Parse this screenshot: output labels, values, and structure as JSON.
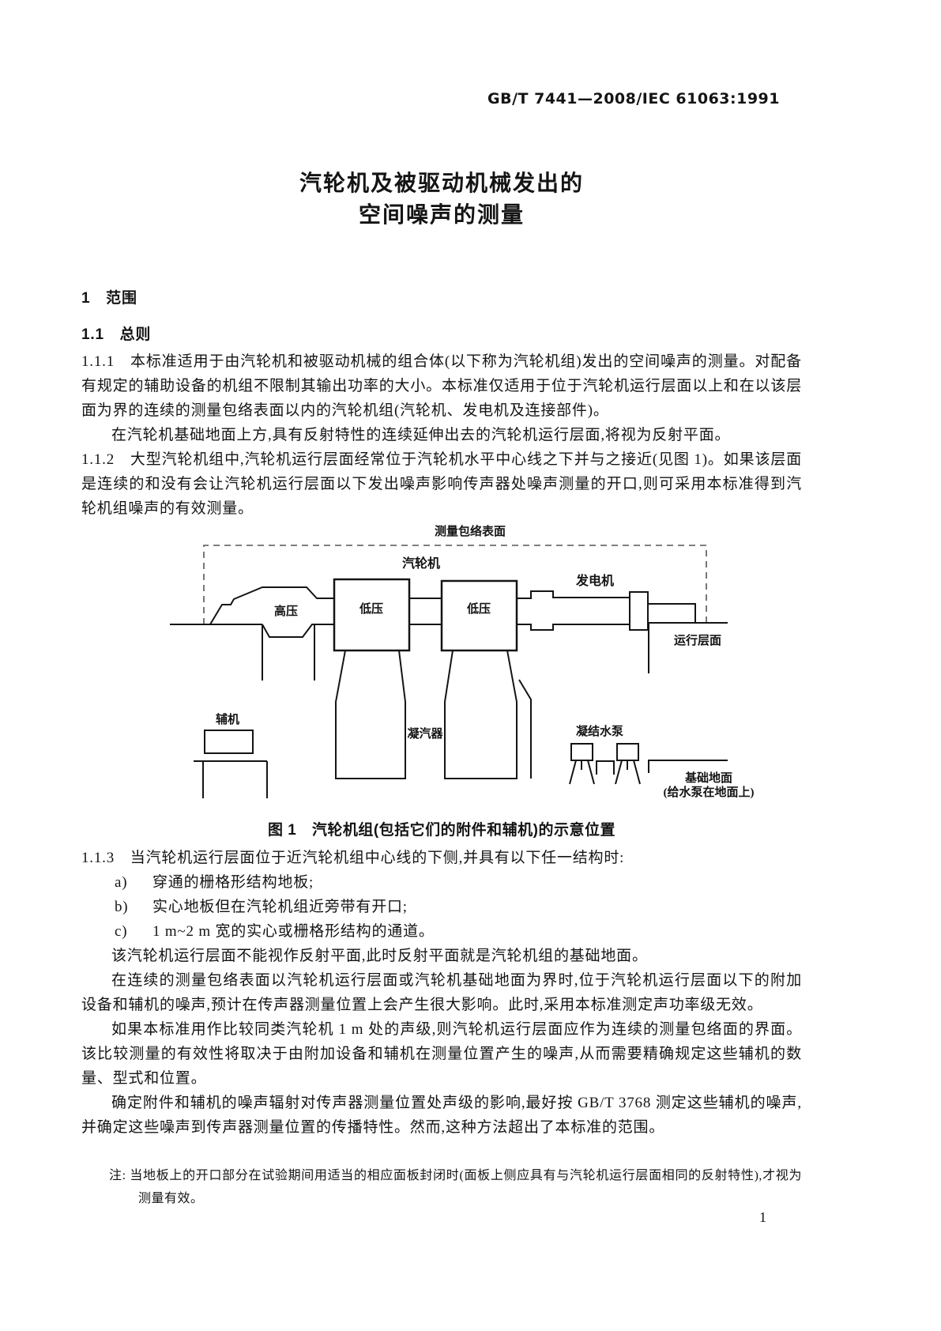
{
  "header": {
    "standard_code": "GB/T 7441—2008/IEC 61063:1991"
  },
  "title": {
    "line1": "汽轮机及被驱动机械发出的",
    "line2": "空间噪声的测量"
  },
  "sections": {
    "scope_heading": "1　范围",
    "general_heading": "1.1　总则",
    "p111": "1.1.1　本标准适用于由汽轮机和被驱动机械的组合体(以下称为汽轮机组)发出的空间噪声的测量。对配备有规定的辅助设备的机组不限制其输出功率的大小。本标准仅适用于位于汽轮机运行层面以上和在以该层面为界的连续的测量包络表面以内的汽轮机组(汽轮机、发电机及连接部件)。",
    "p111b": "在汽轮机基础地面上方,具有反射特性的连续延伸出去的汽轮机运行层面,将视为反射平面。",
    "p112": "1.1.2　大型汽轮机组中,汽轮机运行层面经常位于汽轮机水平中心线之下并与之接近(见图 1)。如果该层面是连续的和没有会让汽轮机运行层面以下发出噪声影响传声器处噪声测量的开口,则可采用本标准得到汽轮机组噪声的有效测量。",
    "p113": "1.1.3　当汽轮机运行层面位于近汽轮机组中心线的下侧,并具有以下任一结构时:",
    "item_a_marker": "a)",
    "item_a": "穿通的栅格形结构地板;",
    "item_b_marker": "b)",
    "item_b": "实心地板但在汽轮机组近旁带有开口;",
    "item_c_marker": "c)",
    "item_c": "1 m~2 m 宽的实心或栅格形结构的通道。",
    "p113b": "该汽轮机运行层面不能视作反射平面,此时反射平面就是汽轮机组的基础地面。",
    "p113c": "在连续的测量包络表面以汽轮机运行层面或汽轮机基础地面为界时,位于汽轮机运行层面以下的附加设备和辅机的噪声,预计在传声器测量位置上会产生很大影响。此时,采用本标准测定声功率级无效。",
    "p113d": "如果本标准用作比较同类汽轮机 1 m 处的声级,则汽轮机运行层面应作为连续的测量包络面的界面。该比较测量的有效性将取决于由附加设备和辅机在测量位置产生的噪声,从而需要精确规定这些辅机的数量、型式和位置。",
    "p113e": "确定附件和辅机的噪声辐射对传声器测量位置处声级的影响,最好按 GB/T 3768 测定这些辅机的噪声,并确定这些噪声到传声器测量位置的传播特性。然而,这种方法超出了本标准的范围。",
    "note_label": "注:",
    "note": "当地板上的开口部分在试验期间用适当的相应面板封闭时(面板上侧应具有与汽轮机运行层面相同的反射特性),才视为测量有效。"
  },
  "figure": {
    "caption": "图 1　汽轮机组(包括它们的附件和辅机)的示意位置",
    "labels": {
      "envelope": "测量包络表面",
      "turbine": "汽轮机",
      "generator": "发电机",
      "hp": "高压",
      "lp1": "低压",
      "lp2": "低压",
      "operating_floor": "运行层面",
      "auxiliary": "辅机",
      "condenser": "凝汽器",
      "condensate_pump": "凝结水泵",
      "foundation_line1": "基础地面",
      "foundation_line2": "(给水泵在地面上)"
    },
    "line_color": "#141414",
    "dash_color": "#555555"
  },
  "footer": {
    "page_number": "1"
  }
}
